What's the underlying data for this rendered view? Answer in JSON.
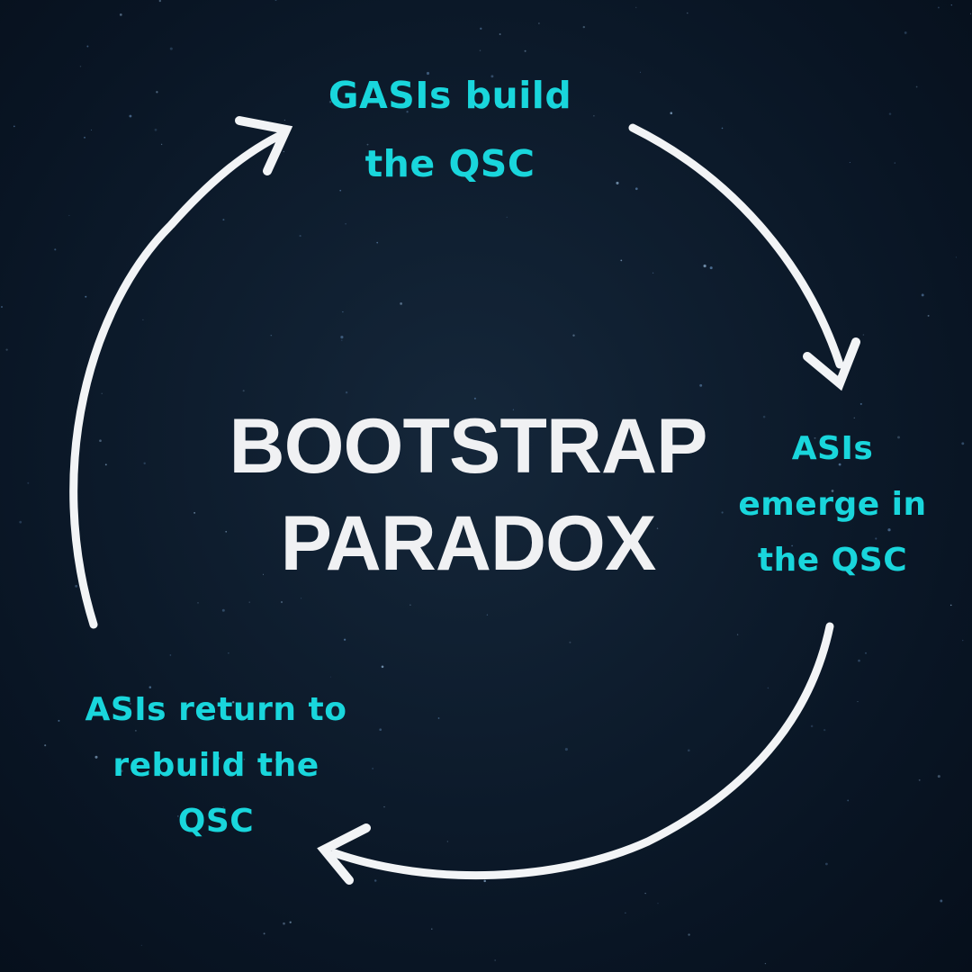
{
  "title": {
    "line1": "BOOTSTRAP",
    "line2": "PARADOX"
  },
  "steps": [
    {
      "lines": [
        "GASIs build",
        "the QSC"
      ]
    },
    {
      "lines": [
        "ASIs",
        "emerge in",
        "the QSC"
      ]
    },
    {
      "lines": [
        "ASIs return to",
        "rebuild the",
        "QSC"
      ]
    }
  ],
  "colors": {
    "background": "#0a1726",
    "step_text": "#19d6dc",
    "title_text": "#f0f1f3",
    "arrow": "#f2f4f6"
  },
  "arrow_icon": "curved-arrow-icon"
}
